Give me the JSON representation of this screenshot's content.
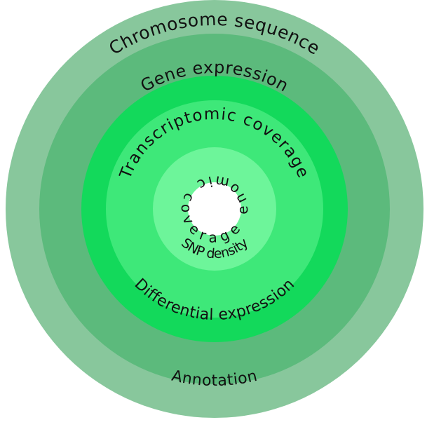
{
  "diagram": {
    "rings": [
      {
        "label": "Chromosome sequence",
        "color": "#88c79c"
      },
      {
        "label": "Gene expression",
        "color": "#5cba7c"
      },
      {
        "label": "Transcriptomic coverage",
        "color": "#13d95b"
      },
      {
        "label": "SNP density",
        "color": "#3ee879"
      },
      {
        "label": "Genomic coverage",
        "color": "#6df59a"
      }
    ],
    "bottom_labels": {
      "annotation": "Annotation",
      "differential_expression": "Differential expression"
    },
    "core_color": "#ffffff"
  }
}
